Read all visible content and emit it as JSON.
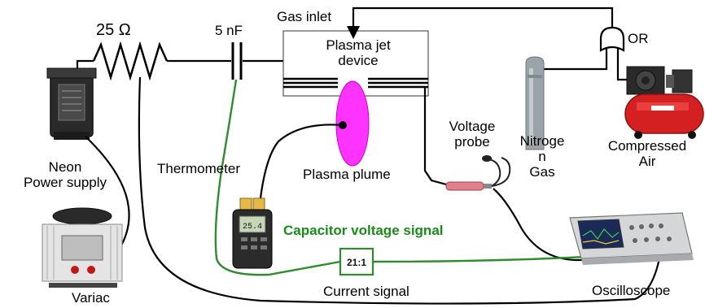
{
  "labels": {
    "resistor": "25 Ω",
    "capacitor": "5 nF",
    "gas_inlet": "Gas inlet",
    "plasma_jet_device_line1": "Plasma jet",
    "plasma_jet_device_line2": "device",
    "or_gate": "OR",
    "neon_line1": "Neon",
    "neon_line2": "Power supply",
    "thermometer": "Thermometer",
    "plasma_plume": "Plasma plume",
    "voltage_probe_line1": "Voltage",
    "voltage_probe_line2": "probe",
    "nitrogen_line1": "Nitroge",
    "nitrogen_line2": "n",
    "nitrogen_line3": "Gas",
    "compressed_line1": "Compressed",
    "compressed_line2": "Air",
    "capacitor_voltage_signal": "Capacitor voltage signal",
    "ratio": "21:1",
    "current_signal": "Current signal",
    "oscilloscope": "Oscilloscope",
    "variac": "Variac",
    "thermometer_reading": "25.4"
  },
  "colors": {
    "wire": "#000000",
    "signal_wire": "#2e8b2e",
    "signal_text": "#1a8a1a",
    "plume": "#ff33ff",
    "compressor": "#d42020",
    "gas_cylinder": "#9aa3a8"
  }
}
